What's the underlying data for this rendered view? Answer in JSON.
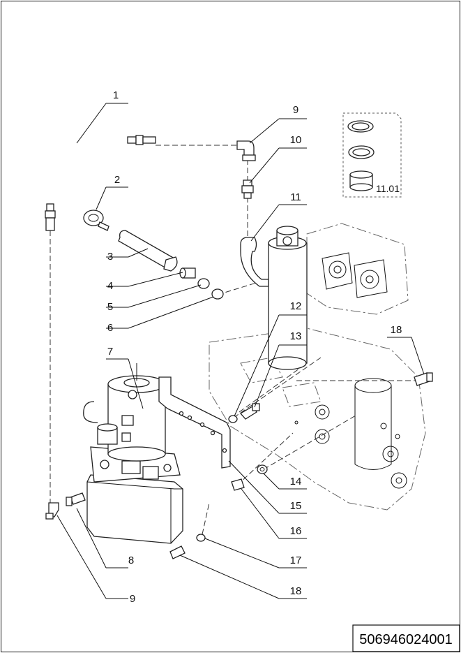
{
  "callouts": [
    {
      "id": "c1",
      "label": "1"
    },
    {
      "id": "c2",
      "label": "2"
    },
    {
      "id": "c3",
      "label": "3"
    },
    {
      "id": "c4",
      "label": "4"
    },
    {
      "id": "c5",
      "label": "5"
    },
    {
      "id": "c6",
      "label": "6"
    },
    {
      "id": "c7",
      "label": "7"
    },
    {
      "id": "c8",
      "label": "8"
    },
    {
      "id": "c9a",
      "label": "9"
    },
    {
      "id": "c9b",
      "label": "9"
    },
    {
      "id": "c10",
      "label": "10"
    },
    {
      "id": "c11",
      "label": "11"
    },
    {
      "id": "c12",
      "label": "12"
    },
    {
      "id": "c13",
      "label": "13"
    },
    {
      "id": "c14",
      "label": "14"
    },
    {
      "id": "c15",
      "label": "15"
    },
    {
      "id": "c16",
      "label": "16"
    },
    {
      "id": "c17",
      "label": "17"
    },
    {
      "id": "c18a",
      "label": "18"
    },
    {
      "id": "c18b",
      "label": "18"
    }
  ],
  "seal_kit_label": "11.01",
  "document_number": "506946024001"
}
